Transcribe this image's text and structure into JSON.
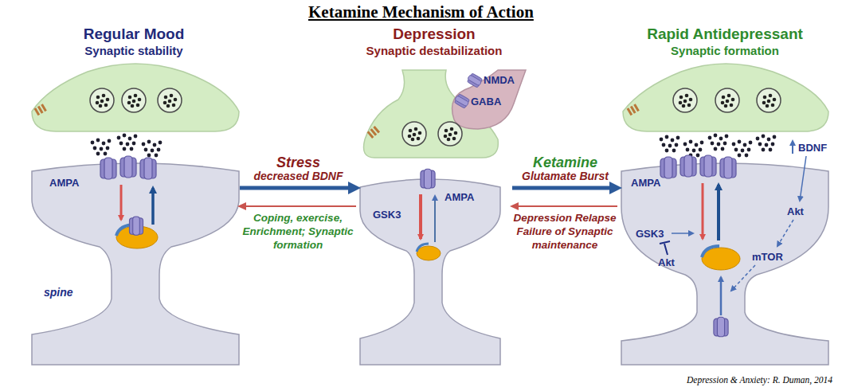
{
  "diagram": {
    "title": "Ketamine Mechanism of Action",
    "caption": "Depression & Anxiety: R. Duman, 2014",
    "nodes": [
      {
        "text": [
          "Regular Mood",
          "Synaptic stability"
        ]
      },
      {
        "text": [
          "Depression",
          "Synaptic destabilization"
        ]
      },
      {
        "text": [
          "Rapid Antidepressant",
          "Synaptic formation"
        ]
      }
    ],
    "edges": [
      {
        "from": 0,
        "to": 1,
        "arrow": "to",
        "label": "Stress decreased BDNF"
      },
      {
        "from": 1,
        "to": 0,
        "arrow": "to",
        "label": "Coping, exercise, Enrichment; Synaptic formation"
      },
      {
        "from": 1,
        "to": 2,
        "arrow": "to",
        "label": "Ketamine Glutamate Burst"
      },
      {
        "from": 2,
        "to": 1,
        "arrow": "to",
        "label": "Depression Relapse Failure of Synaptic maintenance"
      }
    ],
    "labels": [
      "AMPA",
      "spine",
      "NMDA",
      "GABA",
      "AMPA",
      "GSK3",
      "BDNF",
      "AMPA",
      "GSK3",
      "Akt",
      "Akt",
      "mTOR"
    ]
  }
}
